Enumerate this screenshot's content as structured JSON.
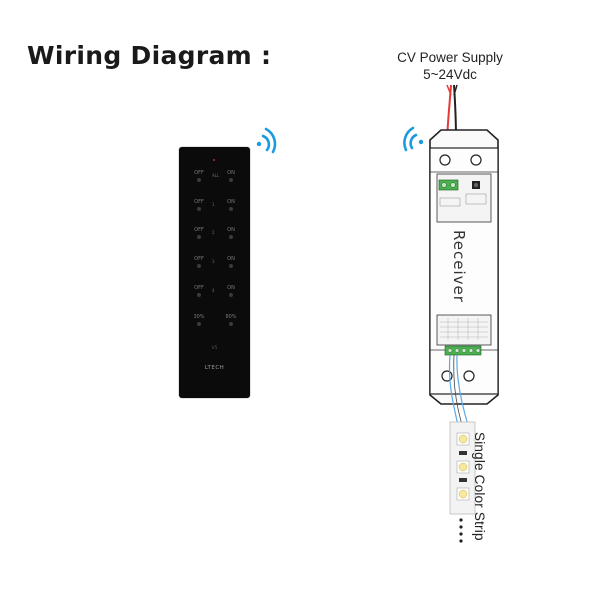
{
  "title": "Wiring Diagram :",
  "power_supply": {
    "line1": "CV Power Supply",
    "line2": "5~24Vdc"
  },
  "receiver_label": "Receiver",
  "strip_label": "Single Color Strip",
  "remote": {
    "brand": "LTECH",
    "model": "V5",
    "rows": [
      {
        "off": "OFF",
        "zone": "ALL",
        "on": "ON"
      },
      {
        "off": "OFF",
        "zone": "1",
        "on": "ON"
      },
      {
        "off": "OFF",
        "zone": "2",
        "on": "ON"
      },
      {
        "off": "OFF",
        "zone": "3",
        "on": "ON"
      },
      {
        "off": "OFF",
        "zone": "4",
        "on": "ON"
      },
      {
        "off": "30%",
        "zone": "",
        "on": "80%"
      }
    ]
  },
  "colors": {
    "wifi": "#1b9ae0",
    "wire_red": "#e53935",
    "wire_black": "#222222",
    "wire_blue": "#5aa9e6",
    "terminal_green": "#4caf50",
    "remote_body": "#0b0b0b"
  },
  "icons": [
    "wireless-signal-icon",
    "wireless-signal-icon"
  ]
}
